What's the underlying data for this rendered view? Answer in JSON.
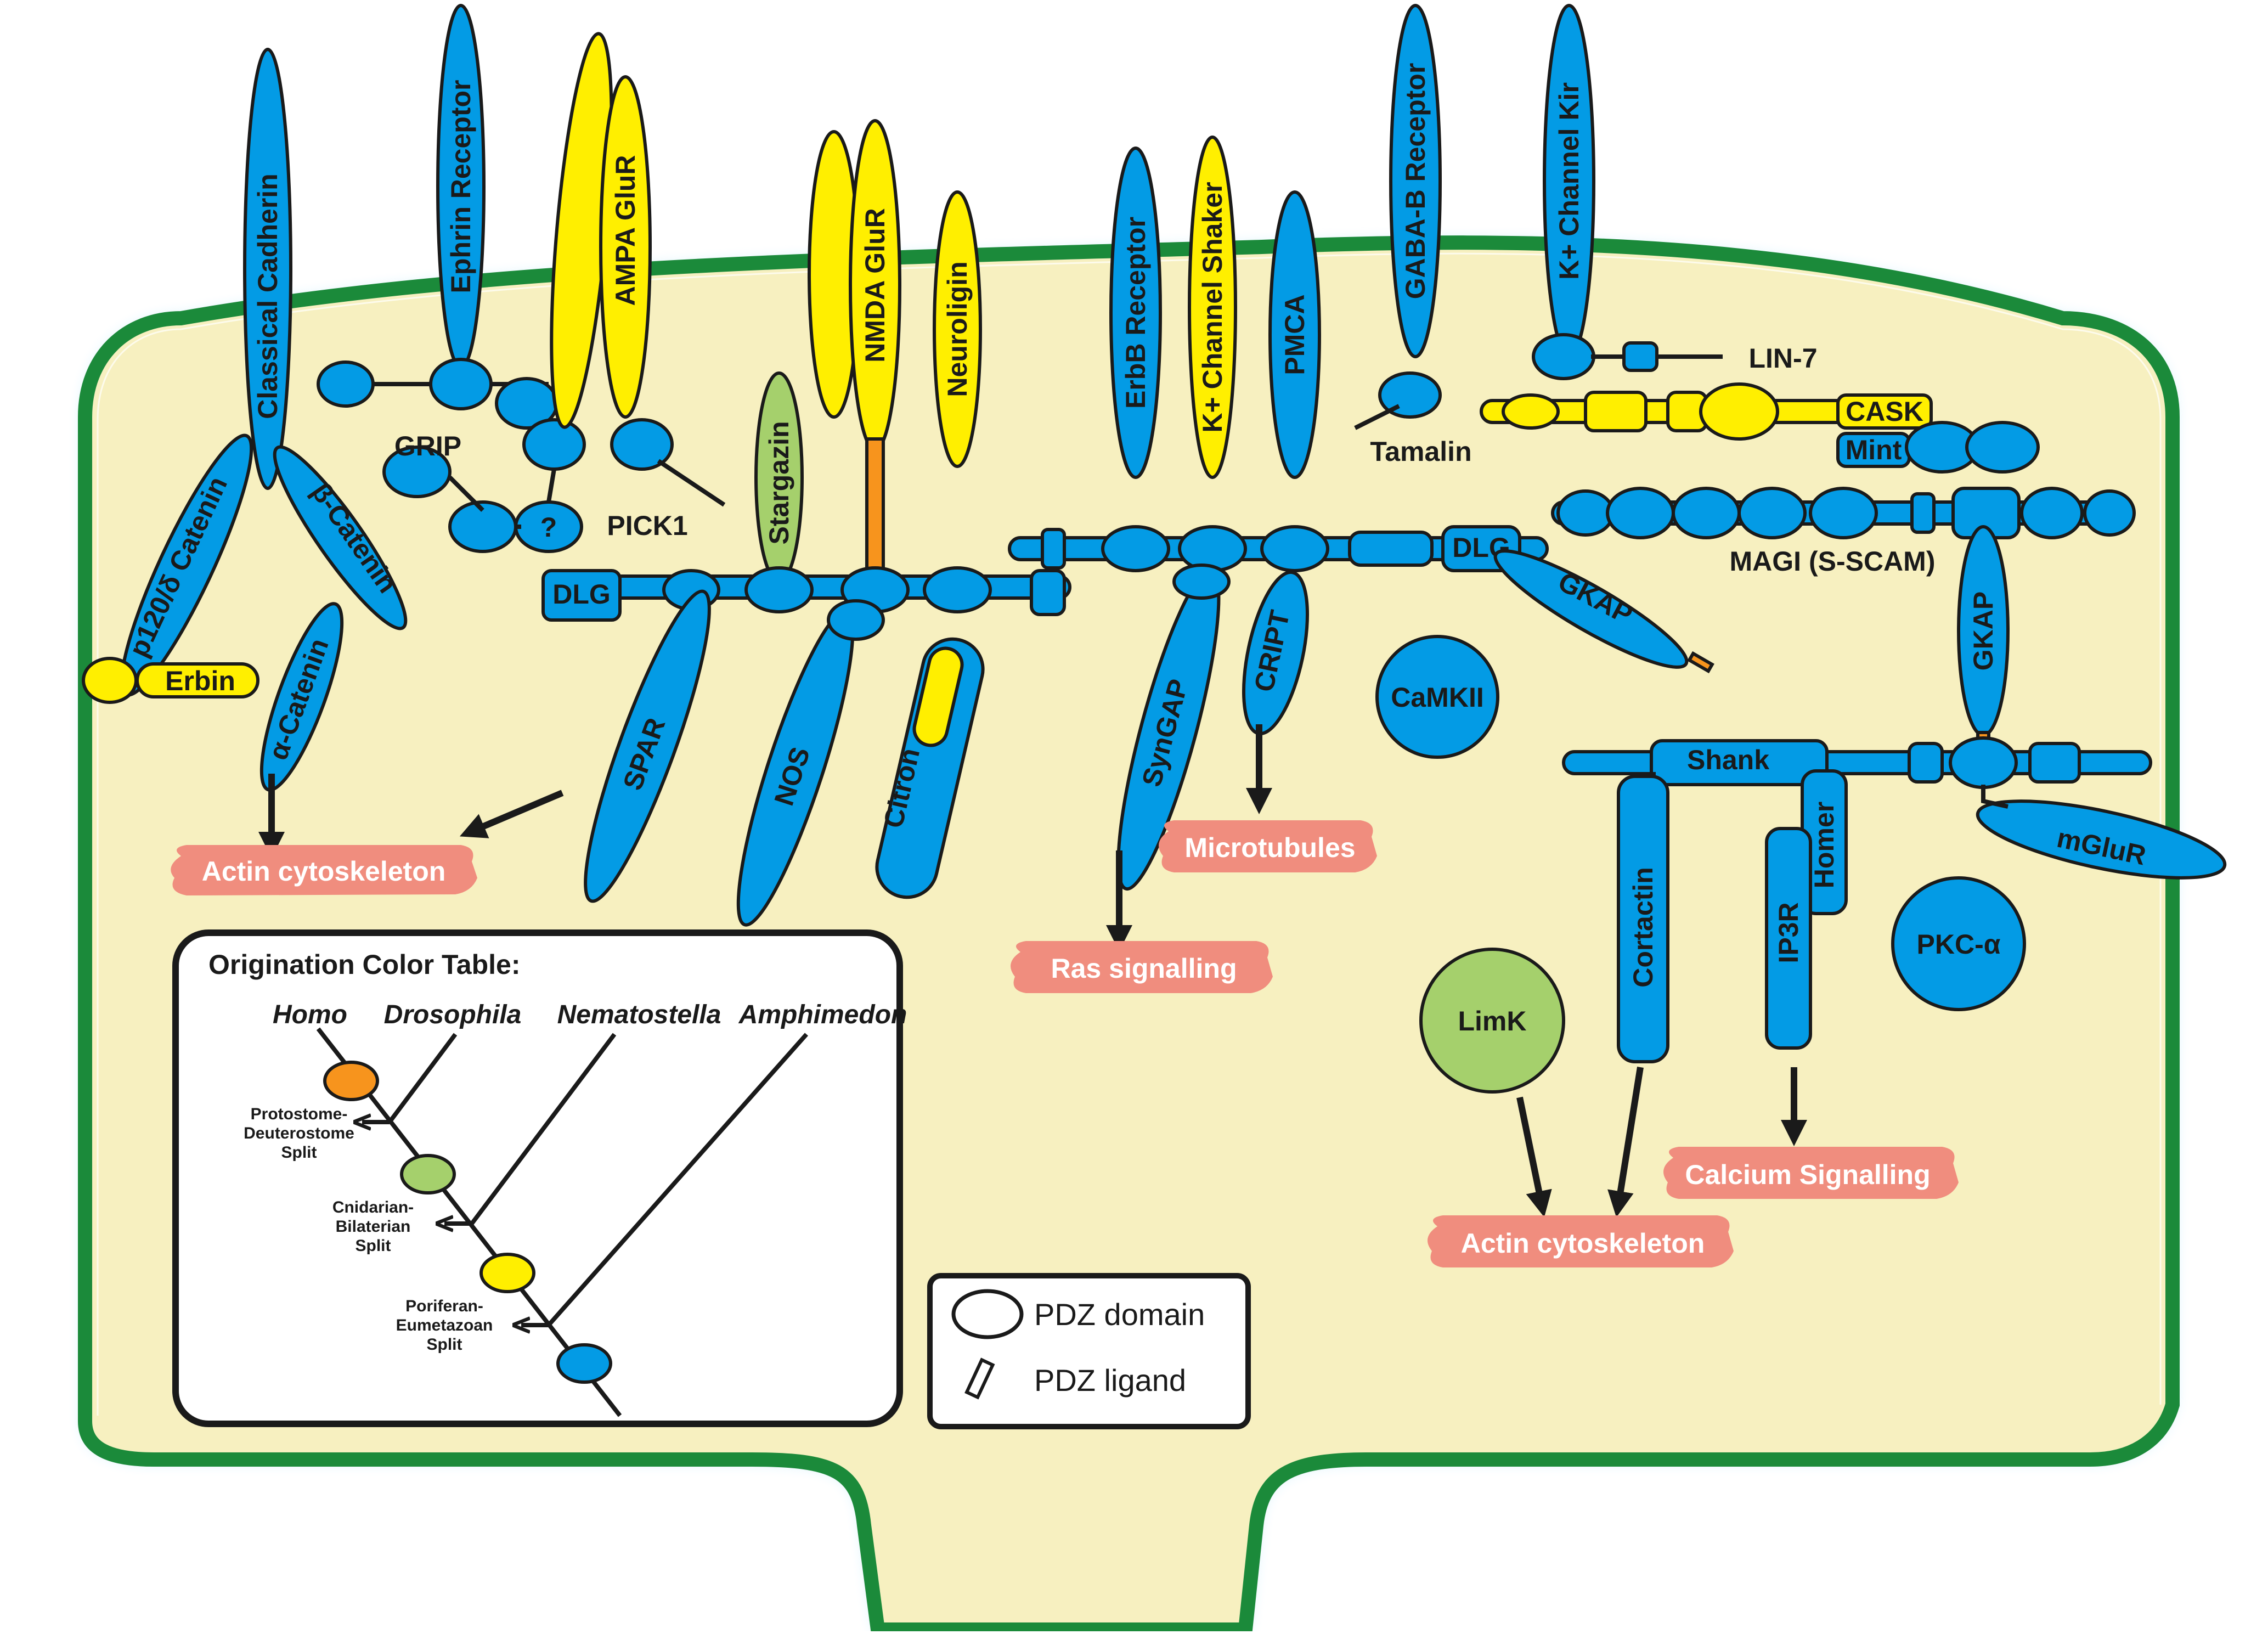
{
  "proteins": {
    "classical_cadherin": "Classical Cadherin",
    "ephrin_receptor": "Ephrin Receptor",
    "ampa": "AMPA GluR",
    "nmda": "NMDA GluR",
    "neuroligin": "Neuroligin",
    "stargazin": "Stargazin",
    "erbb": "ErbB Receptor",
    "kshaker": "K+ Channel Shaker",
    "pmca": "PMCA",
    "gabab": "GABA-B Receptor",
    "kir": "K+ Channel Kir",
    "lin7": "LIN-7",
    "cask": "CASK",
    "mint": "Mint",
    "magi": "MAGI (S-SCAM)",
    "tamalin": "Tamalin",
    "grip": "GRIP",
    "question": "?",
    "pick1": "PICK1",
    "p120": "p120/δ Catenin",
    "bcatenin": "β-Catenin",
    "acatenin": "α-Catenin",
    "erbin": "Erbin",
    "dlg1": "DLG",
    "dlg2": "DLG",
    "spar": "SPAR",
    "nos": "NOS",
    "citron": "Citron",
    "syngap": "SynGAP",
    "cript": "CRIPT",
    "gkap1": "GKAP",
    "gkap2": "GKAP",
    "camkii": "CaMKII",
    "shank": "Shank",
    "homer": "Homer",
    "cortactin": "Cortactin",
    "ip3r": "IP3R",
    "mglur": "mGluR",
    "pkca": "PKC-α",
    "limk": "LimK"
  },
  "outputs": {
    "actin1": "Actin cytoskeleton",
    "actin2": "Actin cytoskeleton",
    "microtubules": "Microtubules",
    "ras": "Ras signalling",
    "calcium": "Calcium Signalling"
  },
  "color_table": {
    "title": "Origination Color Table:",
    "species": [
      "Homo",
      "Drosophila",
      "Nematostella",
      "Amphimedon"
    ],
    "splits": [
      [
        "Protostome-",
        "Deuterostome",
        "Split"
      ],
      [
        "Cnidarian-",
        "Bilaterian",
        "Split"
      ],
      [
        "Poriferan-",
        "Eumetazoan",
        "Split"
      ]
    ],
    "node_colors": [
      "#f7941d",
      "#a5d06c",
      "#ffef00",
      "#039be5"
    ]
  },
  "legend": {
    "pdz_domain": "PDZ domain",
    "pdz_ligand": "PDZ ligand"
  },
  "colors": {
    "blue": "#039be5",
    "yellow": "#ffef00",
    "green": "#a5d06c",
    "orange": "#f7941d",
    "membrane": "#1b8a3a",
    "cytoplasm": "#f7f0c0",
    "signal": "#f08d7e"
  }
}
